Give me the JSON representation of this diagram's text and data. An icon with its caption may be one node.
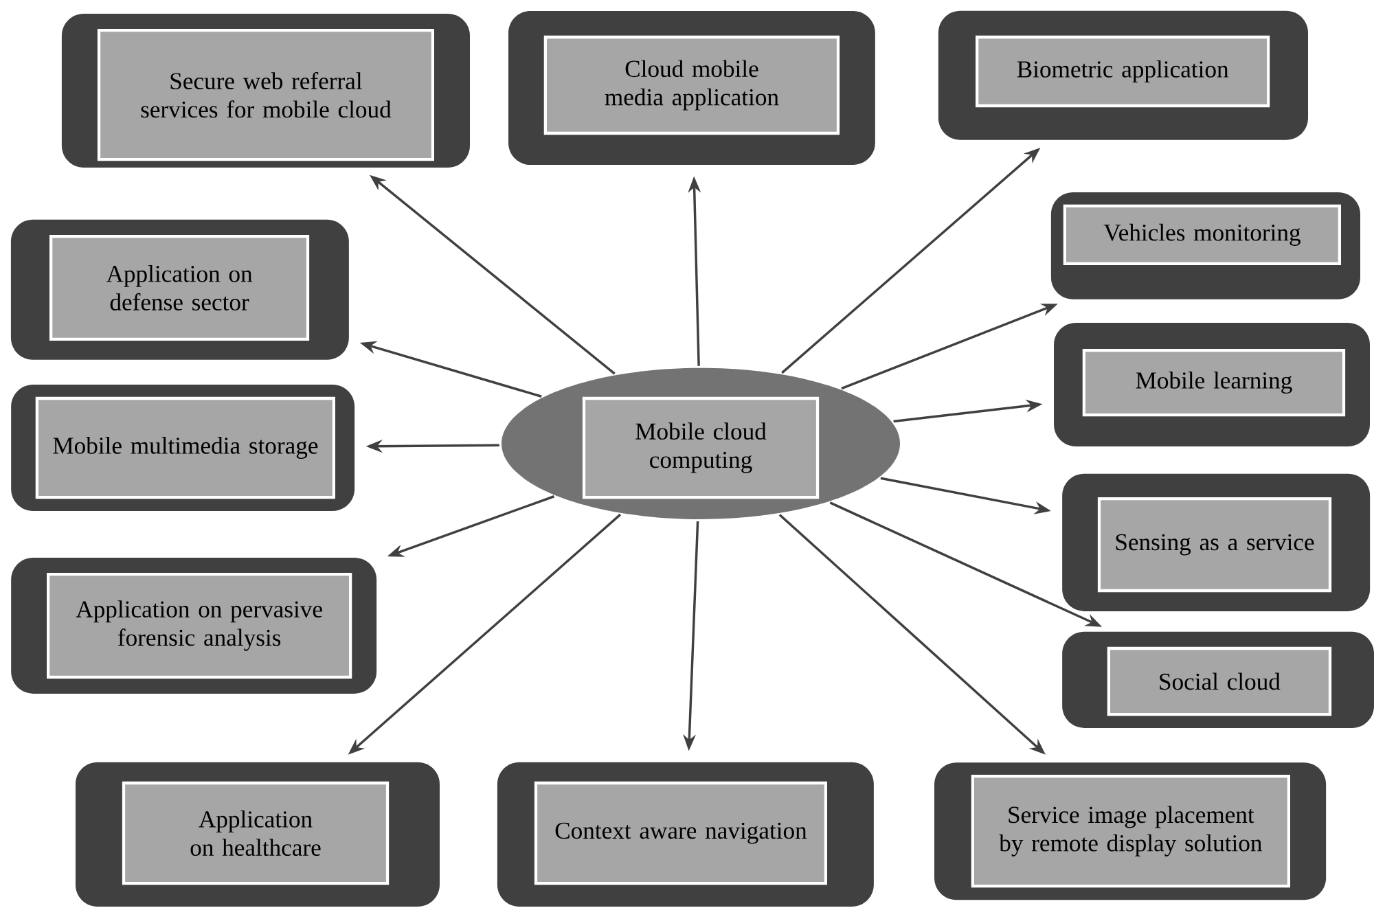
{
  "diagram": {
    "nodes": [
      {
        "text": [
          "Secure web referral services for mobile cloud"
        ]
      },
      {
        "text": [
          "Cloud mobile media application"
        ]
      },
      {
        "text": [
          "Biometric application"
        ]
      },
      {
        "text": [
          "Vehicles monitoring"
        ]
      },
      {
        "text": [
          "Application on defense sector"
        ]
      },
      {
        "text": [
          "Mobile learning"
        ]
      },
      {
        "text": [
          "Mobile multimedia storage"
        ]
      },
      {
        "text": [
          "Mobile cloud computing"
        ]
      },
      {
        "text": [
          "Sensing as a service"
        ]
      },
      {
        "text": [
          "Application on pervasive forensic analysis"
        ]
      },
      {
        "text": [
          "Social cloud"
        ]
      },
      {
        "text": [
          "Application on healthcare"
        ]
      },
      {
        "text": [
          "Context aware navigation"
        ]
      },
      {
        "text": [
          "Service image placement by remote display solution"
        ]
      }
    ],
    "edges": [
      {
        "from": 7,
        "to": 0,
        "arrow": "to"
      },
      {
        "from": 7,
        "to": 1,
        "arrow": "to"
      },
      {
        "from": 7,
        "to": 2,
        "arrow": "to"
      },
      {
        "from": 7,
        "to": 3,
        "arrow": "to"
      },
      {
        "from": 7,
        "to": 4,
        "arrow": "to"
      },
      {
        "from": 7,
        "to": 5,
        "arrow": "to"
      },
      {
        "from": 7,
        "to": 6,
        "arrow": "to"
      },
      {
        "from": 7,
        "to": 8,
        "arrow": "to"
      },
      {
        "from": 7,
        "to": 9,
        "arrow": "to"
      },
      {
        "from": 7,
        "to": 10,
        "arrow": "to"
      },
      {
        "from": 7,
        "to": 11,
        "arrow": "to"
      },
      {
        "from": 7,
        "to": 12,
        "arrow": "to"
      },
      {
        "from": 7,
        "to": 13,
        "arrow": "to"
      }
    ]
  }
}
